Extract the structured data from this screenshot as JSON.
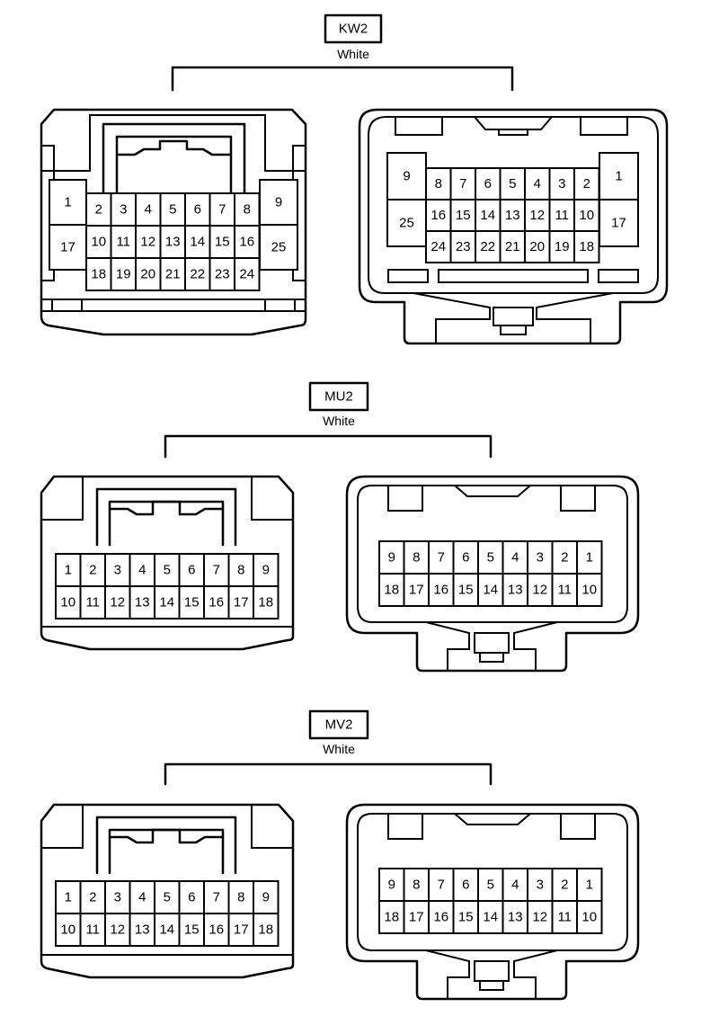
{
  "connectors": [
    {
      "id": "KW2",
      "label": "KW2",
      "color": "White",
      "male": {
        "rows": [
          [
            "2",
            "3",
            "4",
            "5",
            "6",
            "7",
            "8"
          ],
          [
            "10",
            "11",
            "12",
            "13",
            "14",
            "15",
            "16"
          ],
          [
            "18",
            "19",
            "20",
            "21",
            "22",
            "23",
            "24"
          ]
        ],
        "left_big": [
          "1",
          "17"
        ],
        "right_big": [
          "9",
          "25"
        ]
      },
      "female": {
        "rows": [
          [
            "8",
            "7",
            "6",
            "5",
            "4",
            "3",
            "2"
          ],
          [
            "16",
            "15",
            "14",
            "13",
            "12",
            "11",
            "10"
          ],
          [
            "24",
            "23",
            "22",
            "21",
            "20",
            "19",
            "18"
          ]
        ],
        "left_big": [
          "9",
          "25"
        ],
        "right_big": [
          "1",
          "17"
        ]
      }
    },
    {
      "id": "MU2",
      "label": "MU2",
      "color": "White",
      "male": {
        "rows": [
          [
            "1",
            "2",
            "3",
            "4",
            "5",
            "6",
            "7",
            "8",
            "9"
          ],
          [
            "10",
            "11",
            "12",
            "13",
            "14",
            "15",
            "16",
            "17",
            "18"
          ]
        ]
      },
      "female": {
        "rows": [
          [
            "9",
            "8",
            "7",
            "6",
            "5",
            "4",
            "3",
            "2",
            "1"
          ],
          [
            "18",
            "17",
            "16",
            "15",
            "14",
            "13",
            "12",
            "11",
            "10"
          ]
        ]
      }
    },
    {
      "id": "MV2",
      "label": "MV2",
      "color": "White",
      "male": {
        "rows": [
          [
            "1",
            "2",
            "3",
            "4",
            "5",
            "6",
            "7",
            "8",
            "9"
          ],
          [
            "10",
            "11",
            "12",
            "13",
            "14",
            "15",
            "16",
            "17",
            "18"
          ]
        ]
      },
      "female": {
        "rows": [
          [
            "9",
            "8",
            "7",
            "6",
            "5",
            "4",
            "3",
            "2",
            "1"
          ],
          [
            "18",
            "17",
            "16",
            "15",
            "14",
            "13",
            "12",
            "11",
            "10"
          ]
        ]
      }
    }
  ]
}
